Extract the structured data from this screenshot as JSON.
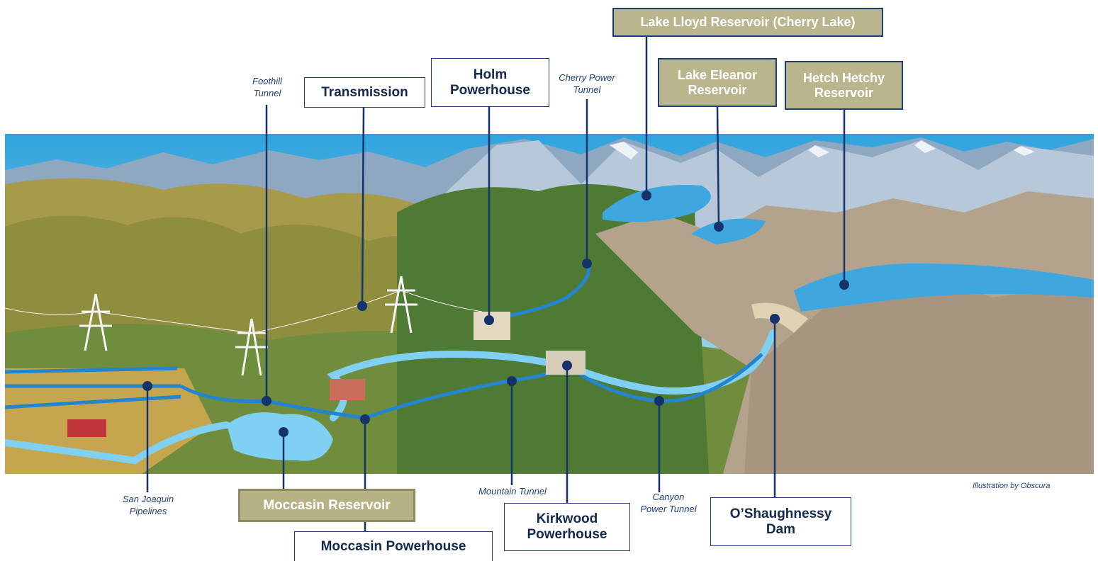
{
  "labels": {
    "lake_lloyd": "Lake Lloyd Reservoir (Cherry Lake)",
    "lake_eleanor": "Lake Eleanor\nReservoir",
    "hetch_hetchy": "Hetch Hetchy\nReservoir",
    "holm_powerhouse": "Holm\nPowerhouse",
    "transmission": "Transmission",
    "cherry_power_tunnel": "Cherry Power\nTunnel",
    "foothill_tunnel": "Foothill\nTunnel",
    "san_joaquin_pipelines": "San Joaquin\nPipelines",
    "moccasin_reservoir": "Moccasin Reservoir",
    "moccasin_powerhouse": "Moccasin Powerhouse",
    "mountain_tunnel": "Mountain Tunnel",
    "kirkwood_powerhouse": "Kirkwood\nPowerhouse",
    "canyon_power_tunnel": "Canyon\nPower Tunnel",
    "oshaughnessy_dam": "O’Shaughnessy\nDam"
  },
  "credit": "Illustration by Obscura",
  "colors": {
    "leader": "#13336a",
    "water": "#3ea7e0",
    "water_light": "#7fd0f2",
    "sky_top": "#2fa3dd",
    "sky_bottom": "#cfeaf7",
    "box_tan": "#b9b58c",
    "box_border": "#1d3f77"
  }
}
